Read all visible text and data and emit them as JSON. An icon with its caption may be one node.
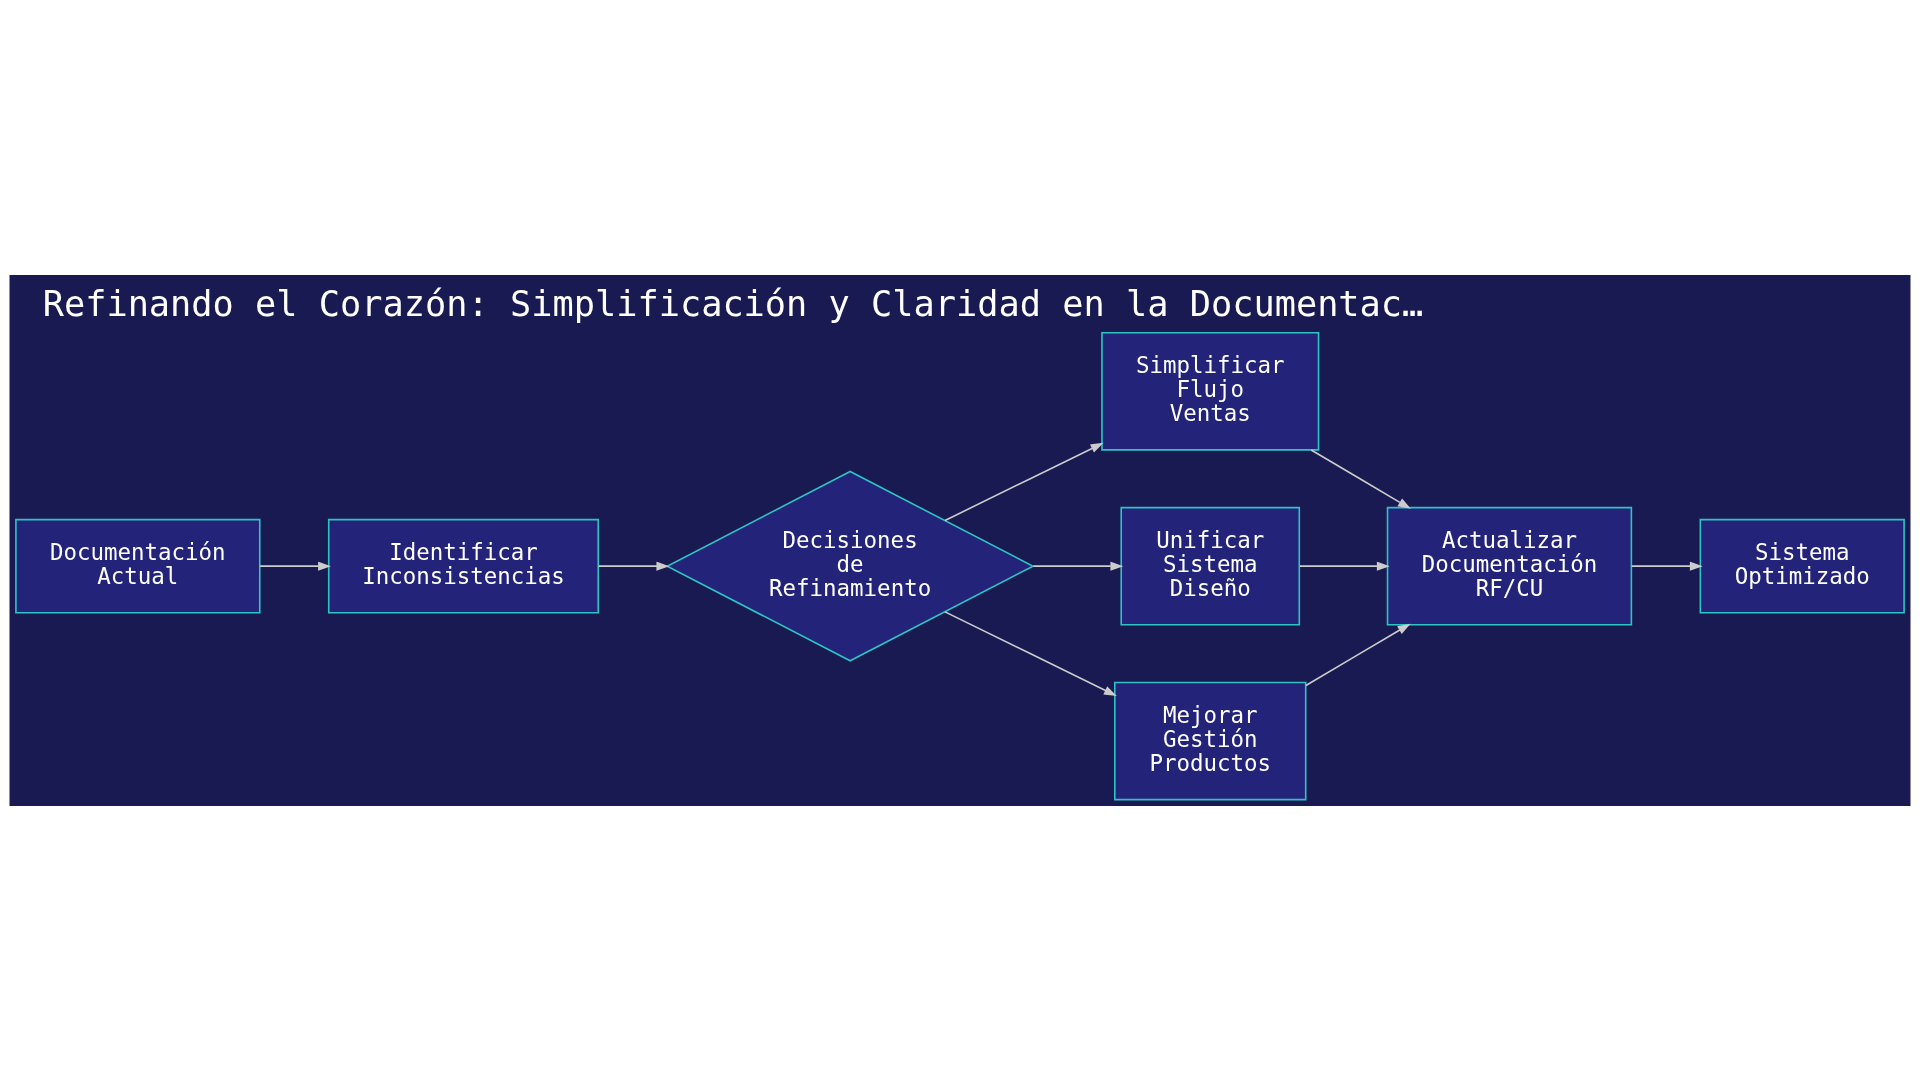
{
  "diagram": {
    "title": "Refinando el Corazón: Simplificación y Claridad en la Documentac…",
    "nodes": [
      {
        "text": [
          "Documentación Actual"
        ]
      },
      {
        "text": [
          "Identificar Inconsistencias"
        ]
      },
      {
        "text": [
          "Decisiones de Refinamiento"
        ]
      },
      {
        "text": [
          "Simplificar Flujo Ventas"
        ]
      },
      {
        "text": [
          "Unificar Sistema Diseño"
        ]
      },
      {
        "text": [
          "Mejorar Gestión Productos"
        ]
      },
      {
        "text": [
          "Actualizar Documentación RF/CU"
        ]
      },
      {
        "text": [
          "Sistema Optimizado"
        ]
      }
    ],
    "edges": [
      {
        "from": 0,
        "to": 1,
        "arrow": "to"
      },
      {
        "from": 1,
        "to": 2,
        "arrow": "to"
      },
      {
        "from": 2,
        "to": 3,
        "arrow": "to"
      },
      {
        "from": 2,
        "to": 4,
        "arrow": "to"
      },
      {
        "from": 2,
        "to": 5,
        "arrow": "to"
      },
      {
        "from": 3,
        "to": 6,
        "arrow": "to"
      },
      {
        "from": 4,
        "to": 6,
        "arrow": "to"
      },
      {
        "from": 5,
        "to": 6,
        "arrow": "to"
      },
      {
        "from": 6,
        "to": 7,
        "arrow": "to"
      }
    ]
  }
}
